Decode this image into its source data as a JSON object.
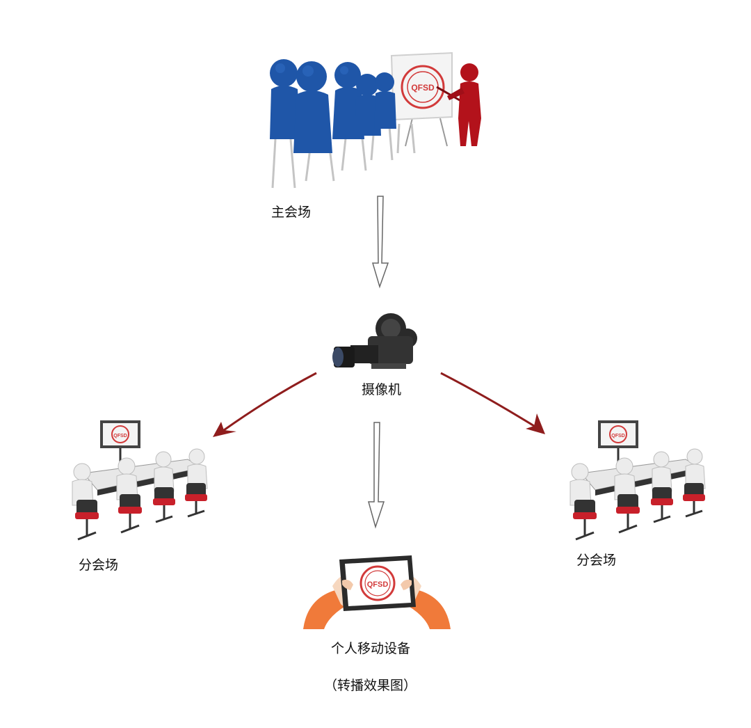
{
  "labels": {
    "main_venue": "主会场",
    "camera": "摄像机",
    "sub_venue_left": "分会场",
    "sub_venue_right": "分会场",
    "mobile_device": "个人移动设备",
    "caption": "（转播效果图）"
  },
  "logo_text": "QFSD",
  "colors": {
    "audience_blue": "#1f56a8",
    "presenter_red": "#b3121b",
    "arrow_red": "#8f1d1d",
    "sleeve_orange": "#f07a3a",
    "chair_red": "#c8202a",
    "logo_red": "#d23a3a"
  }
}
